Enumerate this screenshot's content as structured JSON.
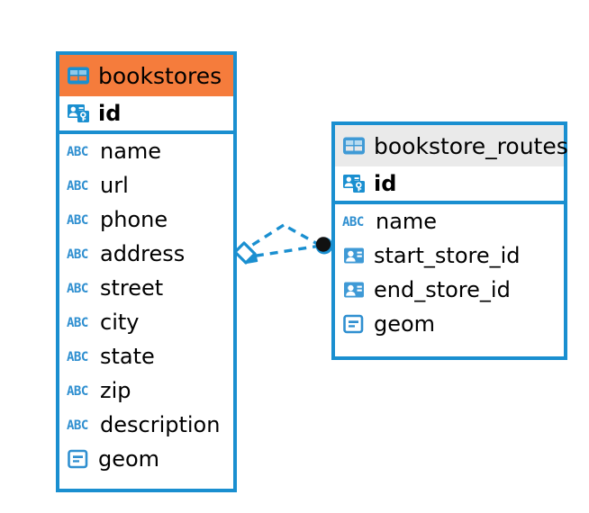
{
  "diagram": {
    "type": "entity-relationship-diagram",
    "background_color": "#ffffff",
    "accent_color": "#1a8fd0",
    "header_highlight_color": "#f57c3c",
    "header_default_color": "#eaeaea"
  },
  "entities": [
    {
      "name": "bookstores",
      "header_style": "orange",
      "table_icon": "table-icon",
      "primary_keys": [
        {
          "name": "id",
          "icon": "primary-key-icon",
          "type_hint": "key"
        }
      ],
      "fields": [
        {
          "name": "name",
          "icon": "text-abc-icon"
        },
        {
          "name": "url",
          "icon": "text-abc-icon"
        },
        {
          "name": "phone",
          "icon": "text-abc-icon"
        },
        {
          "name": "address",
          "icon": "text-abc-icon"
        },
        {
          "name": "street",
          "icon": "text-abc-icon"
        },
        {
          "name": "city",
          "icon": "text-abc-icon"
        },
        {
          "name": "state",
          "icon": "text-abc-icon"
        },
        {
          "name": "zip",
          "icon": "text-abc-icon"
        },
        {
          "name": "description",
          "icon": "text-abc-icon"
        },
        {
          "name": "geom",
          "icon": "geometry-icon"
        }
      ]
    },
    {
      "name": "bookstore_routes",
      "header_style": "grey",
      "table_icon": "table-icon",
      "primary_keys": [
        {
          "name": "id",
          "icon": "primary-key-icon",
          "type_hint": "key"
        }
      ],
      "fields": [
        {
          "name": "name",
          "icon": "text-abc-icon"
        },
        {
          "name": "start_store_id",
          "icon": "foreign-key-icon"
        },
        {
          "name": "end_store_id",
          "icon": "foreign-key-icon"
        },
        {
          "name": "geom",
          "icon": "geometry-icon"
        }
      ]
    }
  ],
  "relationship": {
    "from_entity": "bookstores",
    "to_entity": "bookstore_routes",
    "line_style": "dashed",
    "line_color": "#1a8fd0",
    "from_marker": "diamond-marker",
    "to_marker": "filled-circle-marker",
    "crowfoot": true
  }
}
